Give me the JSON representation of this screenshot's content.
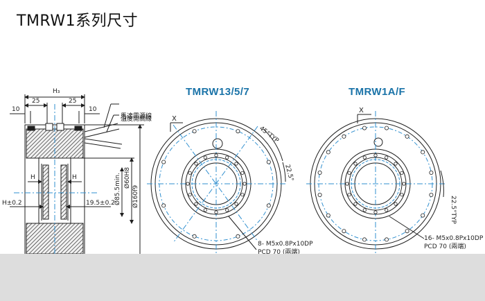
{
  "title": "TMRW1系列尺寸",
  "side_view": {
    "dim_top": "H₃",
    "dim_25_left": "25",
    "dim_25_right": "25",
    "dim_10_left": "10",
    "dim_10_right": "10",
    "label_h_left": "H",
    "label_h_right": "H",
    "dim_h_plus": "H±0.2",
    "dim_19_5": "19.5±0.2",
    "dia_60": "Ø60H8",
    "dia_85": "Ø85.5min.",
    "dia_160": "Ø160f9",
    "cable_temp": "溫度開關線",
    "cable_motor": "馬達電源線"
  },
  "front_left": {
    "title": "TMRW13/5/7",
    "x_label": "X",
    "angle_45": "45°TYP",
    "angle_22": "22.5°",
    "thread_line1": "8- M5x0.8Px10DP",
    "thread_line2": "PCD 70 (兩端)"
  },
  "front_right": {
    "title": "TMRW1A/F",
    "x_label": "X",
    "angle_22": "22.5°TYP",
    "thread_line1": "16- M5x0.8Px10DP",
    "thread_line2": "PCD 70 (兩端)"
  },
  "colors": {
    "line": "#1e1e1e",
    "center_line": "#2f8fcf",
    "title_blue": "#1a73a8",
    "band": "#dddddd"
  }
}
